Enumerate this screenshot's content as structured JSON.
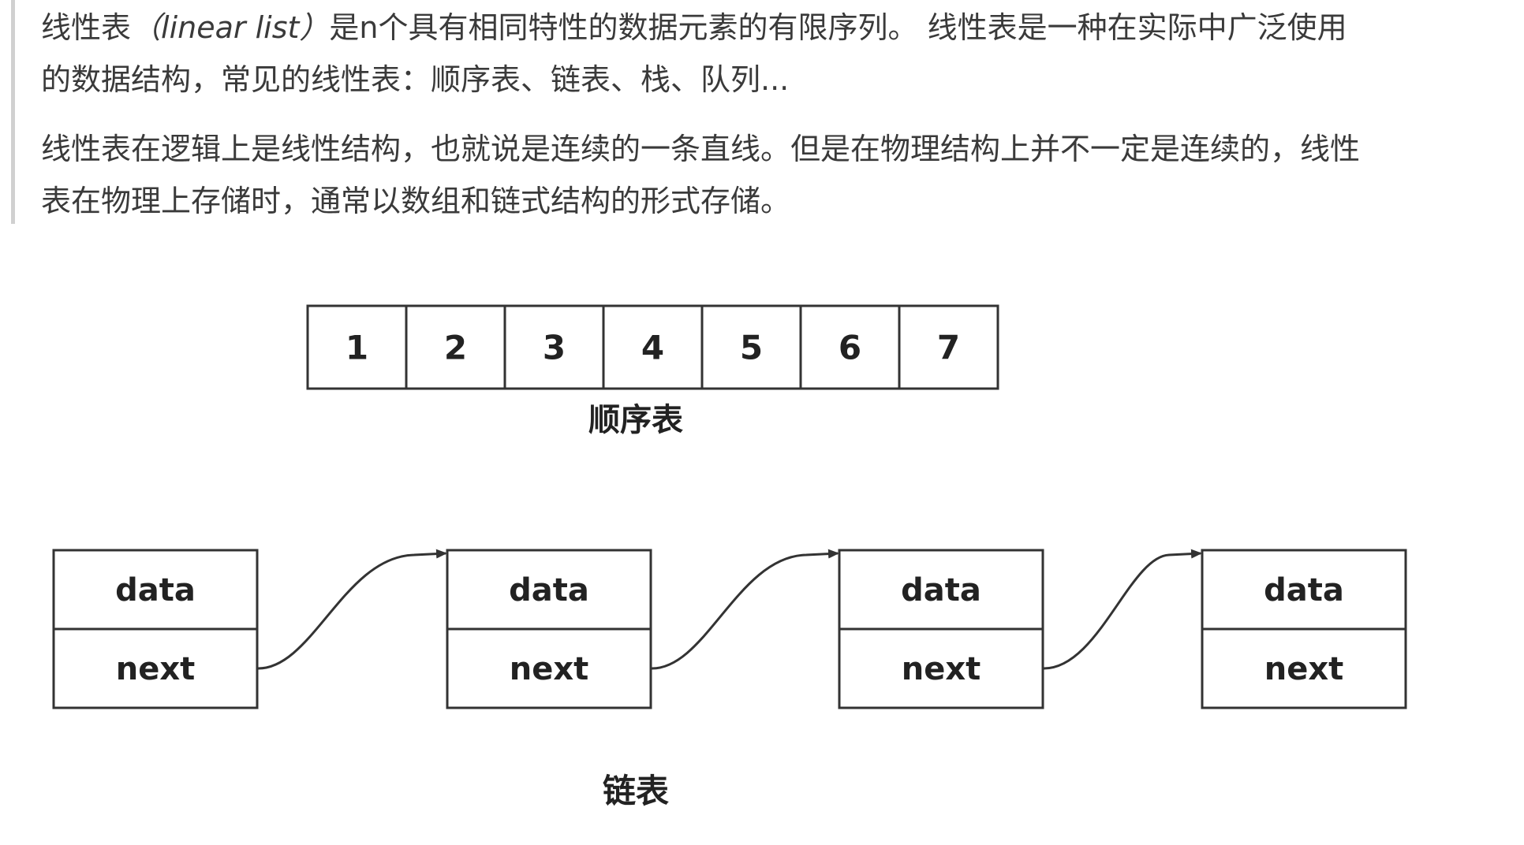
{
  "paragraph1": {
    "prefix": "线性表",
    "term": "（linear list）",
    "rest_line1": "是n个具有相同特性的数据元素的有限序列。 线性表是一种在实际中广泛使用",
    "line2": "的数据结构，常见的线性表：顺序表、链表、栈、队列..."
  },
  "paragraph2": {
    "line1": "线性表在逻辑上是线性结构，也就说是连续的一条直线。但是在物理结构上并不一定是连续的，线性",
    "line2": "表在物理上存储时，通常以数组和链式结构的形式存储。"
  },
  "sequential_list": {
    "cells": [
      "1",
      "2",
      "3",
      "4",
      "5",
      "6",
      "7"
    ],
    "caption": "顺序表"
  },
  "linked_list": {
    "nodes": [
      {
        "data": "data",
        "next": "next"
      },
      {
        "data": "data",
        "next": "next"
      },
      {
        "data": "data",
        "next": "next"
      },
      {
        "data": "data",
        "next": "next"
      }
    ],
    "caption": "链表"
  },
  "colors": {
    "text": "#3a3a3a",
    "border": "#333333",
    "quote_bar": "#d0d0d0"
  }
}
